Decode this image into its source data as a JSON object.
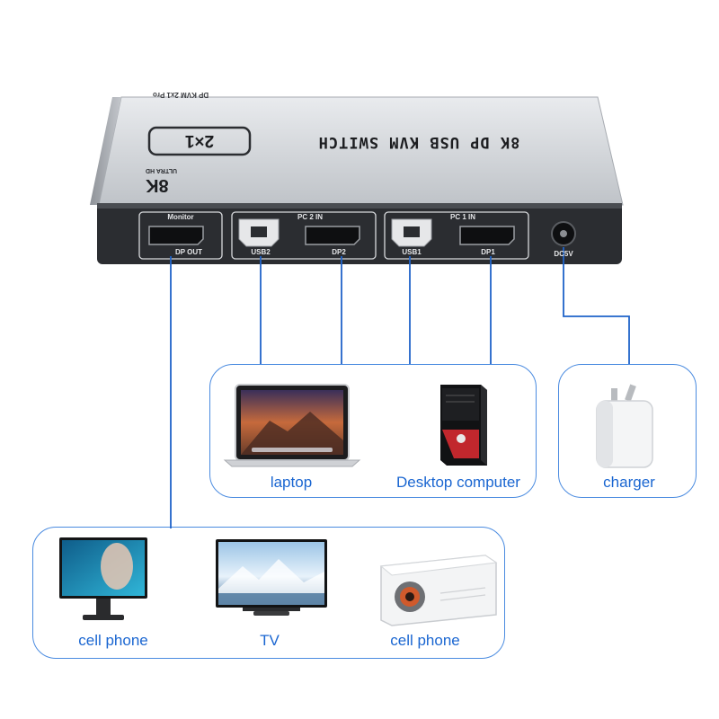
{
  "device": {
    "model_text": "DP KVM 2x1 Pro",
    "title": "8K DP USB KVM SWITCH",
    "badge": "2×1",
    "res_big": "8K",
    "res_small": "ULTRA HD",
    "ports": {
      "monitor_top": "Monitor",
      "monitor_bottom": "DP OUT",
      "pc2_top": "PC 2 IN",
      "usb2": "USB2",
      "dp2": "DP2",
      "pc1_top": "PC 1 IN",
      "usb1": "USB1",
      "dp1": "DP1",
      "dc": "DC5V"
    }
  },
  "computers": {
    "laptop": "laptop",
    "desktop": "Desktop computer"
  },
  "power": {
    "charger": "charger"
  },
  "displays": {
    "monitor": "cell phone",
    "tv": "TV",
    "projector": "cell phone"
  },
  "colors": {
    "line": "#1f63c9",
    "box_border": "#4a8be0",
    "label": "#1a66d1",
    "device_body": "#c9ccd1",
    "panel": "#2b2d31"
  }
}
